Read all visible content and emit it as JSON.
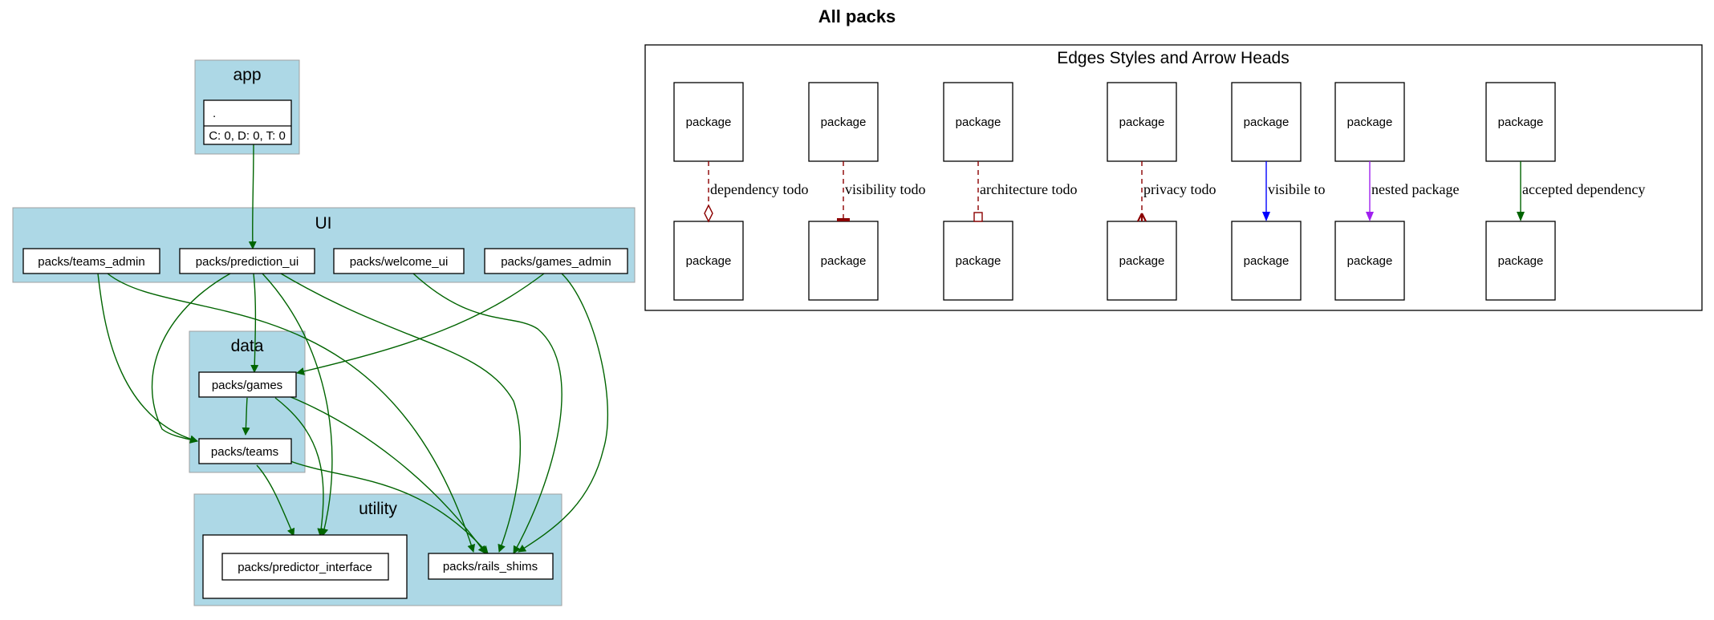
{
  "title": "All packs",
  "clusters": {
    "app": "app",
    "ui": "UI",
    "data": "data",
    "utility": "utility"
  },
  "nodes": {
    "root_name": ".",
    "root_stats": "C: 0, D: 0, T: 0",
    "teams_admin": "packs/teams_admin",
    "prediction_ui": "packs/prediction_ui",
    "welcome_ui": "packs/welcome_ui",
    "games_admin": "packs/games_admin",
    "games": "packs/games",
    "teams": "packs/teams",
    "predictor_interface": "packs/predictor_interface",
    "rails_shims": "packs/rails_shims"
  },
  "legend": {
    "title": "Edges Styles and Arrow Heads",
    "node_label": "package",
    "edges": [
      {
        "label": "dependency todo",
        "color": "#8b0000",
        "style": "dashed",
        "arrowhead": "odiamond"
      },
      {
        "label": "visibility todo",
        "color": "#8b0000",
        "style": "dashed",
        "arrowhead": "tee"
      },
      {
        "label": "architecture todo",
        "color": "#8b0000",
        "style": "dashed",
        "arrowhead": "obox"
      },
      {
        "label": "privacy todo",
        "color": "#8b0000",
        "style": "dashed",
        "arrowhead": "crow"
      },
      {
        "label": "visibile to",
        "color": "#0000ff",
        "style": "solid",
        "arrowhead": "normal"
      },
      {
        "label": "nested package",
        "color": "#a020f0",
        "style": "solid",
        "arrowhead": "normal"
      },
      {
        "label": "accepted dependency",
        "color": "#006400",
        "style": "solid",
        "arrowhead": "normal"
      }
    ]
  },
  "colors": {
    "cluster_fill": "#add8e6",
    "cluster_border": "#a0a0a0",
    "dependency_edge": "#006400",
    "todo_edge": "#8b0000",
    "visible_edge": "#0000ff",
    "nested_edge": "#a020f0"
  }
}
